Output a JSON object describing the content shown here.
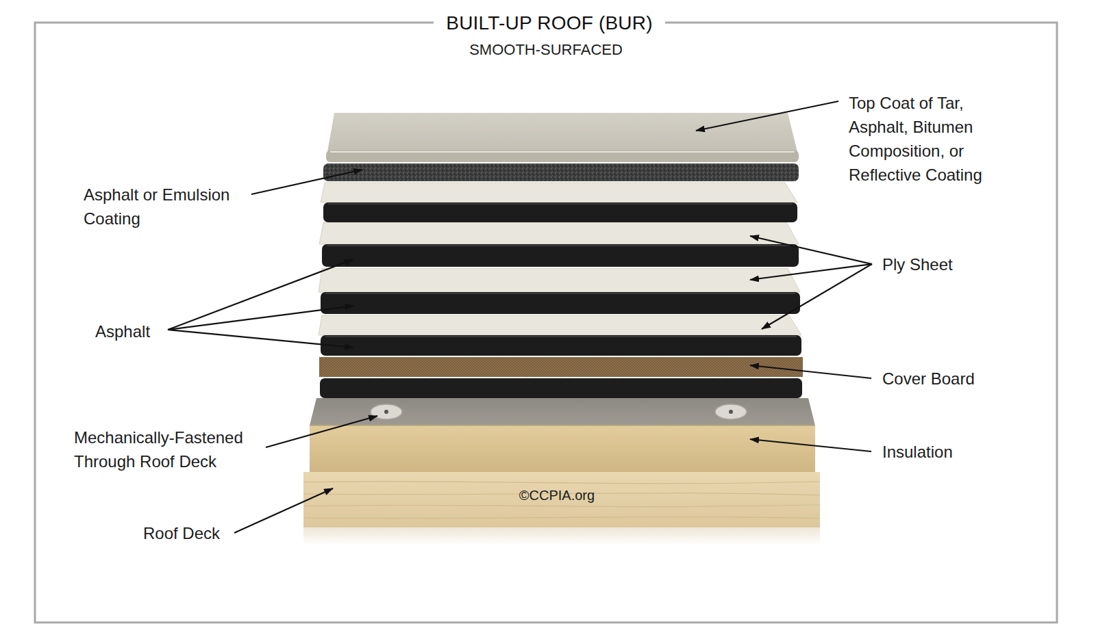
{
  "diagram": {
    "title": "BUILT-UP ROOF (BUR)",
    "labels": [
      "SMOOTH-SURFACED",
      "Top Coat of Tar, Asphalt, Bitumen Composition, or Reflective Coating",
      "Asphalt or Emulsion Coating",
      "Ply Sheet",
      "Asphalt",
      "Cover Board",
      "Mechanically-Fastened Through Roof Deck",
      "Insulation",
      "Roof Deck",
      "©CCPIA.org"
    ]
  }
}
